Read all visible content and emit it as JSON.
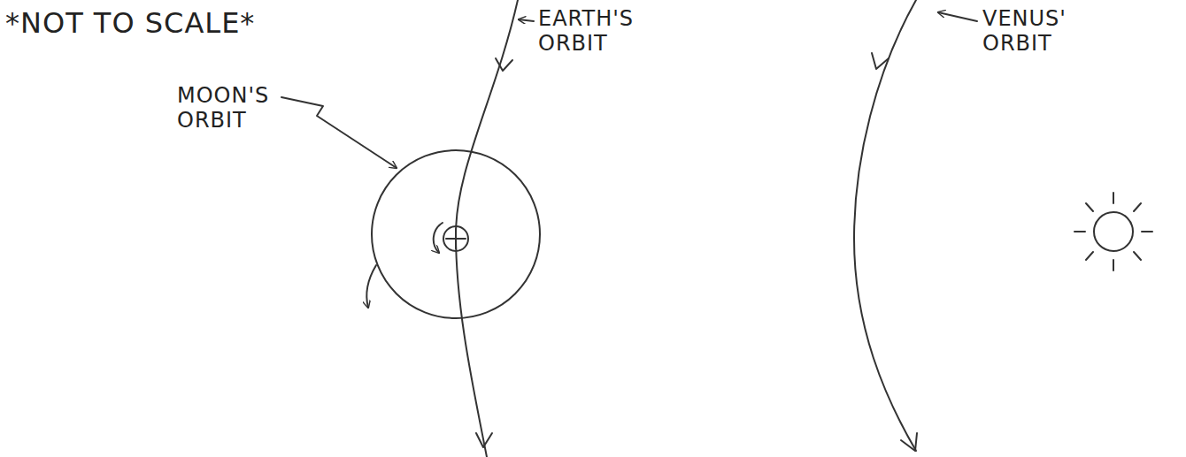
{
  "diagram": {
    "labels": [
      "*NOT TO SCALE*",
      "EARTH'S ORBIT",
      "MOON'S ORBIT",
      "VENUS' ORBIT"
    ]
  }
}
